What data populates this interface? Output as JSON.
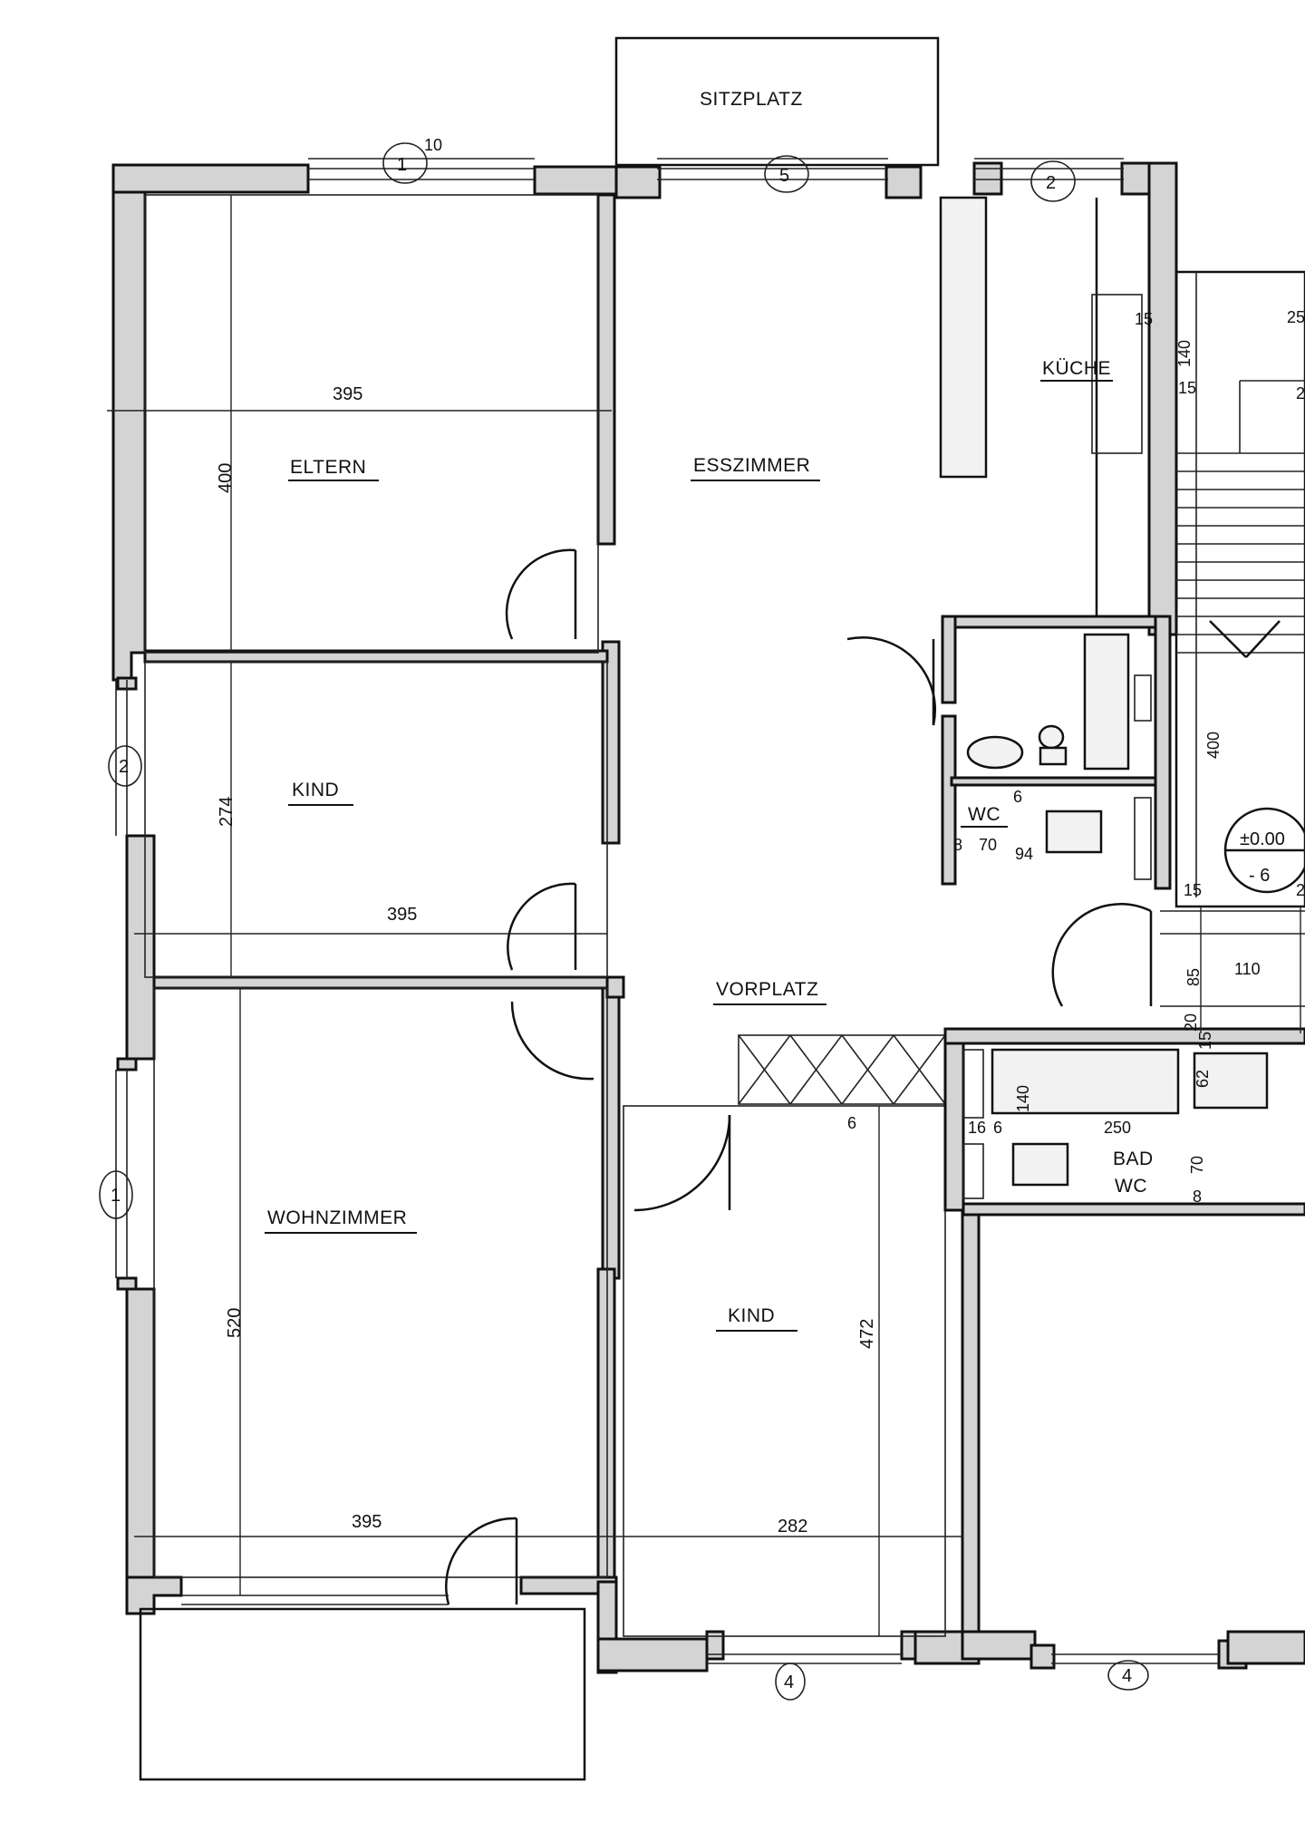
{
  "rooms": {
    "sitzplatz": "SITZPLATZ",
    "kueche": "KÜCHE",
    "eltern": "ELTERN",
    "esszimmer": "ESSZIMMER",
    "kind_top": "KIND",
    "wc": "WC",
    "vorplatz": "VORPLATZ",
    "wohnzimmer": "WOHNZIMMER",
    "kind_bottom": "KIND",
    "bad": "BAD",
    "bad_wc": "WC"
  },
  "dimensions": {
    "eltern_width": "395",
    "eltern_height": "400",
    "kind_top_width": "395",
    "kind_top_height": "274",
    "wohn_width": "395",
    "wohn_height": "520",
    "kind_bottom_width": "282",
    "kind_bottom_height": "472",
    "kind_bottom_top": "6",
    "stair_height": "400",
    "kueche_140": "140",
    "kueche_15a": "15",
    "kueche_15b": "15",
    "edge_25a": "25",
    "edge_2": "2",
    "wc_6": "6",
    "wc_70": "70",
    "wc_8": "8",
    "wc_94": "94",
    "stair_15": "15",
    "stair_85": "85",
    "stair_110": "110",
    "stair_20": "20",
    "stair_2b": "2",
    "bad_15": "15",
    "bad_62": "62",
    "bad_140": "140",
    "bad_16": "16",
    "bad_6": "6",
    "bad_250": "250",
    "bad_70": "70",
    "bad_8": "8",
    "tag_10": "10"
  },
  "level": {
    "upper": "±0.00",
    "lower": "- 6"
  },
  "window_tags": {
    "w1_top": "1",
    "w5": "5",
    "w2_top": "2",
    "w2_left": "2",
    "w1_left": "1",
    "w4_mid": "4",
    "w4_right": "4"
  },
  "colors": {
    "wall_fill": "#d4d4d4",
    "line": "#111111",
    "background": "#ffffff"
  }
}
